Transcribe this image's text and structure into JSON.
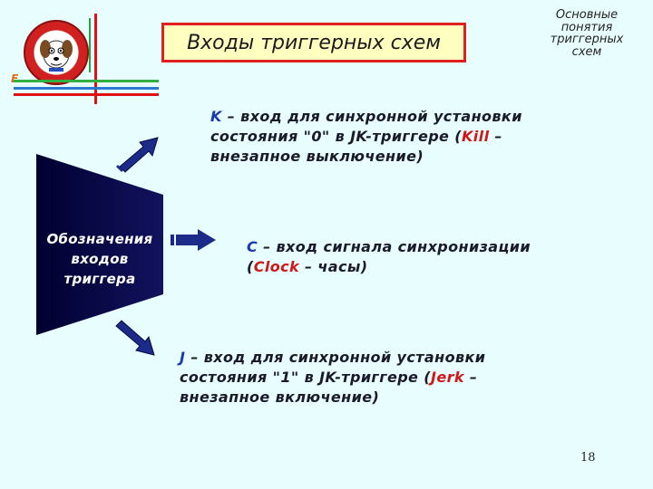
{
  "slide": {
    "title": "Входы триггерных схем",
    "section_caption": "Основные понятия триггерных схем",
    "logo_letter": "E",
    "page_number": "18"
  },
  "diagram": {
    "center_label_lines": [
      "Обозначения",
      "входов",
      "триггера"
    ],
    "items": [
      {
        "key": "K",
        "line1": "– вход для синхронной установки",
        "line2": "состояния \"0\" в JK-триггере (",
        "highlight": "Kill",
        "line2_end": " –",
        "line3": "внезапное выключение)"
      },
      {
        "key": "C",
        "line1": "– вход сигнала синхронизации",
        "line2_start": "(",
        "highlight": "Clock",
        "line2_end": " – часы)"
      },
      {
        "key": "J",
        "line1": "– вход для синхронной установки",
        "line2": "состояния \"1\" в JK-триггере (",
        "highlight": "Jerk",
        "line2_end": " –",
        "line3": "внезапное включение)"
      }
    ]
  },
  "colors": {
    "background": "#e8fefe",
    "title_fill": "#ffffc0",
    "title_border": "#e02020",
    "trapezoid": "#0a0a50",
    "arrow": "#1c2a8a",
    "key_letter": "#1a3ab0",
    "highlight": "#d01818"
  }
}
